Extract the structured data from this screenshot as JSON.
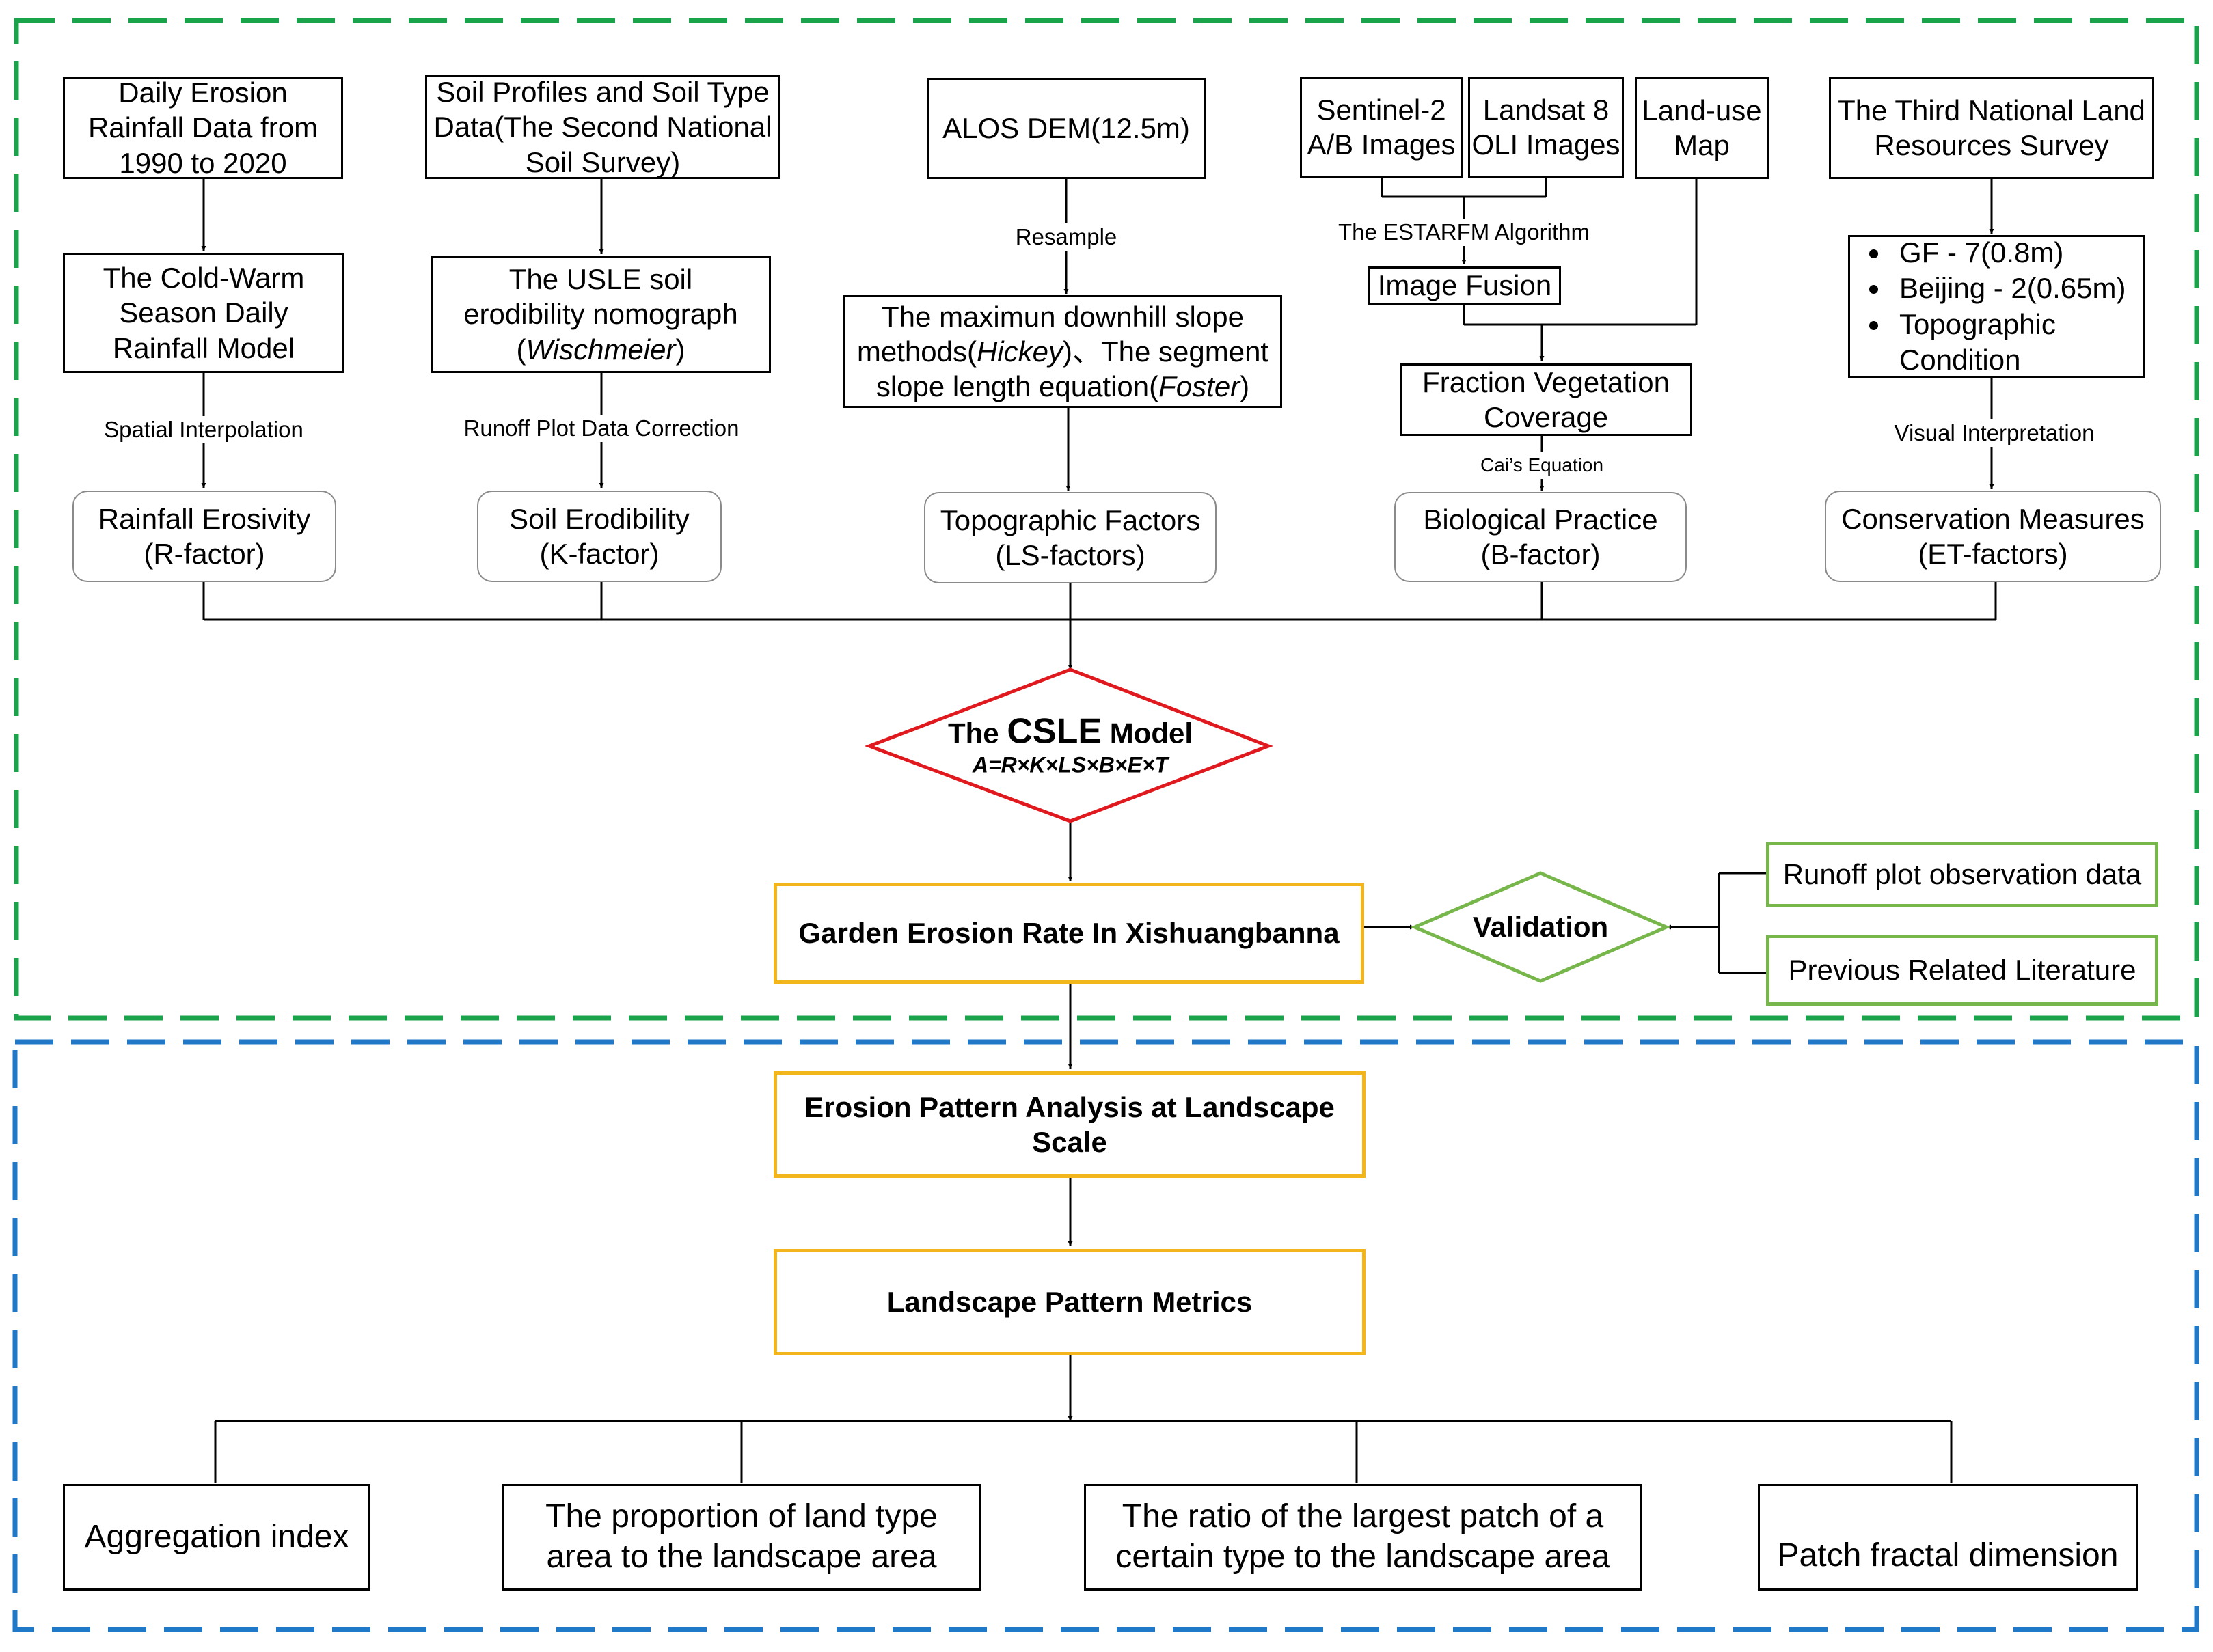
{
  "sources": {
    "rainfall_data": "Daily Erosion Rainfall Data from 1990 to 2020",
    "soil_profiles": "Soil Profiles and Soil Type Data(The Second National Soil Survey)",
    "alos_dem": "ALOS DEM(12.5m)",
    "sentinel": "Sentinel-2 A/B Images",
    "landsat": "Landsat 8 OLI Images",
    "landuse_map": "Land-use Map",
    "third_survey": "The Third National Land Resources Survey"
  },
  "methods": {
    "cold_warm": "The Cold-Warm Season Daily Rainfall Model",
    "usle_line1": "The USLE soil",
    "usle_line2": "erodibility nomograph",
    "usle_author": "Wischmeier",
    "slope_line1": "The maximun downhill slope",
    "slope_pre": "methods(",
    "slope_author1": "Hickey",
    "slope_mid": ")、The segment",
    "slope_line3_pre": "slope length equation(",
    "slope_author2": "Foster",
    "paren_open": "(",
    "paren_close": ")",
    "image_fusion": "Image Fusion",
    "fvc": "Fraction Vegetation Coverage",
    "imagery_list": [
      "GF - 7(0.8m)",
      "Beijing - 2(0.65m)",
      "Topographic Condition"
    ]
  },
  "edge_labels": {
    "spatial_interpolation": "Spatial Interpolation",
    "runoff_correction": "Runoff Plot Data Correction",
    "resample": "Resample",
    "estarfm": "The ESTARFM Algorithm",
    "cai_equation": "Cai’s Equation",
    "visual_interpretation": "Visual Interpretation"
  },
  "factors": {
    "r_factor": "Rainfall Erosivity (R-factor)",
    "k_factor": "Soil Erodibility (K-factor)",
    "ls_factor": "Topographic Factors (LS-factors)",
    "b_factor": "Biological Practice (B-factor)",
    "et_factor": "Conservation Measures (ET-factors)"
  },
  "model": {
    "title_prefix": "The",
    "title_main": "CSLE",
    "title_suffix": "Model",
    "equation": "A=R×K×LS×B×E×T"
  },
  "results": {
    "garden_rate": "Garden Erosion Rate In Xishuangbanna",
    "validation": "Validation",
    "runoff_obs": "Runoff plot observation data",
    "literature": "Previous Related Literature"
  },
  "landscape": {
    "pattern_analysis": "Erosion Pattern Analysis at Landscape Scale",
    "metrics": "Landscape Pattern Metrics",
    "outputs": [
      "Aggregation index",
      "The proportion of land type area to the landscape area",
      "The ratio of the largest patch of a certain type to the landscape area",
      "Patch fractal dimension"
    ]
  },
  "colors": {
    "upper_frame": "#1aa34a",
    "lower_frame": "#1f78c8",
    "model_diamond": "#e0191f",
    "validation_diamond": "#77b64a",
    "highlight_box": "#f2b51b"
  }
}
